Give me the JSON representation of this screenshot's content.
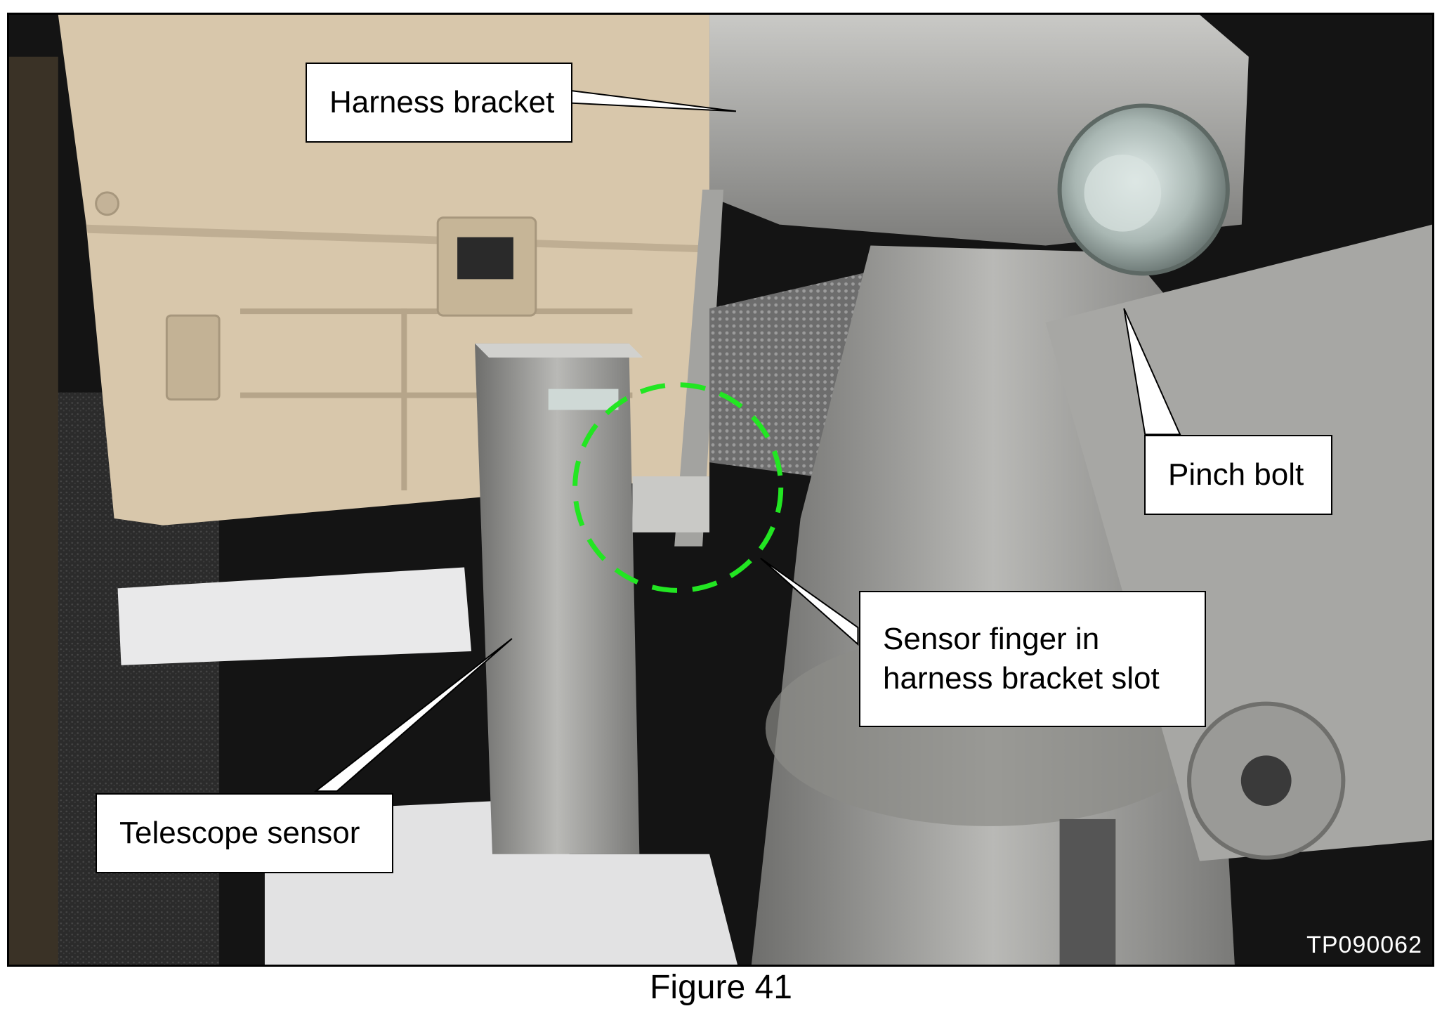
{
  "callouts": {
    "harness_bracket": "Harness bracket",
    "pinch_bolt": "Pinch bolt",
    "sensor_finger_line1": "Sensor finger in",
    "sensor_finger_line2": "harness bracket slot",
    "telescope_sensor": "Telescope sensor"
  },
  "image_code": "TP090062",
  "caption": "Figure 41",
  "colors": {
    "highlight_circle": "#22e622",
    "trim_panel": "#d9c8ad",
    "metal": "#9a9a98"
  }
}
